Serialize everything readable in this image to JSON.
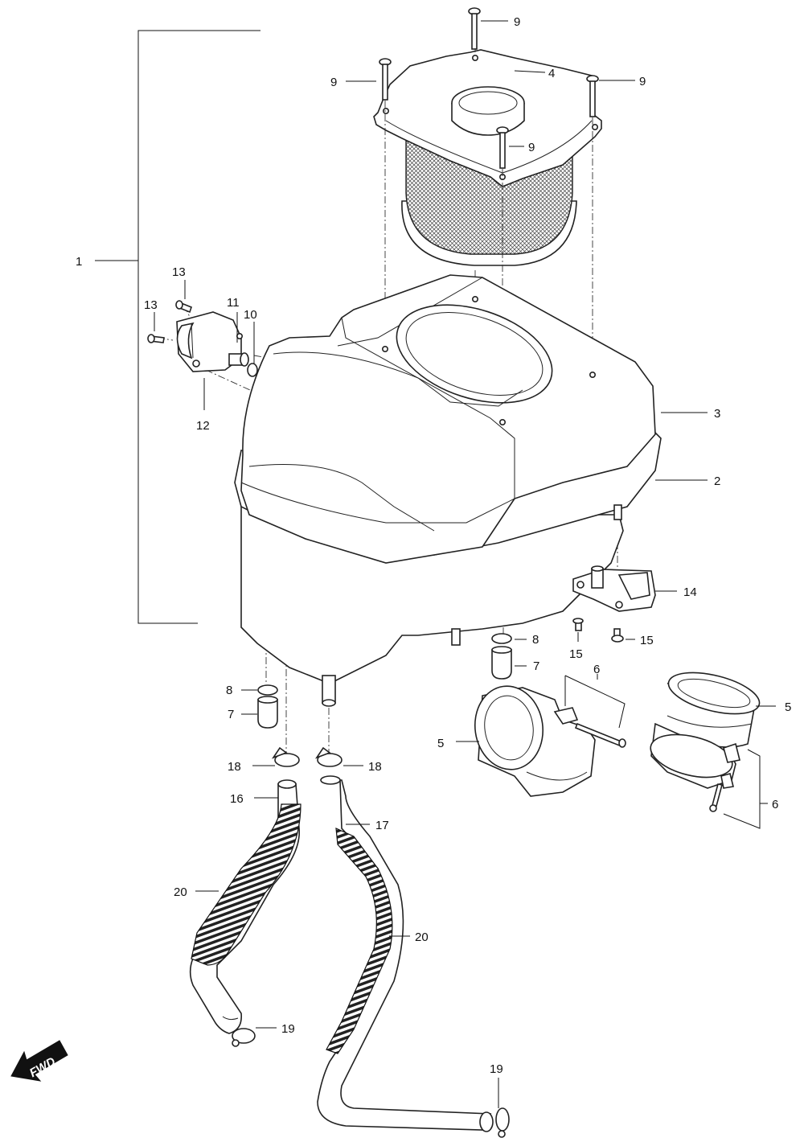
{
  "callouts": [
    {
      "id": "c1",
      "text": "1"
    },
    {
      "id": "c2",
      "text": "2"
    },
    {
      "id": "c3",
      "text": "3"
    },
    {
      "id": "c4",
      "text": "4"
    },
    {
      "id": "c5a",
      "text": "5"
    },
    {
      "id": "c5b",
      "text": "5"
    },
    {
      "id": "c6a",
      "text": "6"
    },
    {
      "id": "c6b",
      "text": "6"
    },
    {
      "id": "c7a",
      "text": "7"
    },
    {
      "id": "c7b",
      "text": "7"
    },
    {
      "id": "c8a",
      "text": "8"
    },
    {
      "id": "c8b",
      "text": "8"
    },
    {
      "id": "c9a",
      "text": "9"
    },
    {
      "id": "c9b",
      "text": "9"
    },
    {
      "id": "c9c",
      "text": "9"
    },
    {
      "id": "c9d",
      "text": "9"
    },
    {
      "id": "c10",
      "text": "10"
    },
    {
      "id": "c11",
      "text": "11"
    },
    {
      "id": "c12",
      "text": "12"
    },
    {
      "id": "c13a",
      "text": "13"
    },
    {
      "id": "c13b",
      "text": "13"
    },
    {
      "id": "c14",
      "text": "14"
    },
    {
      "id": "c15a",
      "text": "15"
    },
    {
      "id": "c15b",
      "text": "15"
    },
    {
      "id": "c16",
      "text": "16"
    },
    {
      "id": "c17",
      "text": "17"
    },
    {
      "id": "c18a",
      "text": "18"
    },
    {
      "id": "c18b",
      "text": "18"
    },
    {
      "id": "c19a",
      "text": "19"
    },
    {
      "id": "c19b",
      "text": "19"
    },
    {
      "id": "c20a",
      "text": "20"
    },
    {
      "id": "c20b",
      "text": "20"
    }
  ],
  "direction_arrow": {
    "text": "FWD"
  }
}
